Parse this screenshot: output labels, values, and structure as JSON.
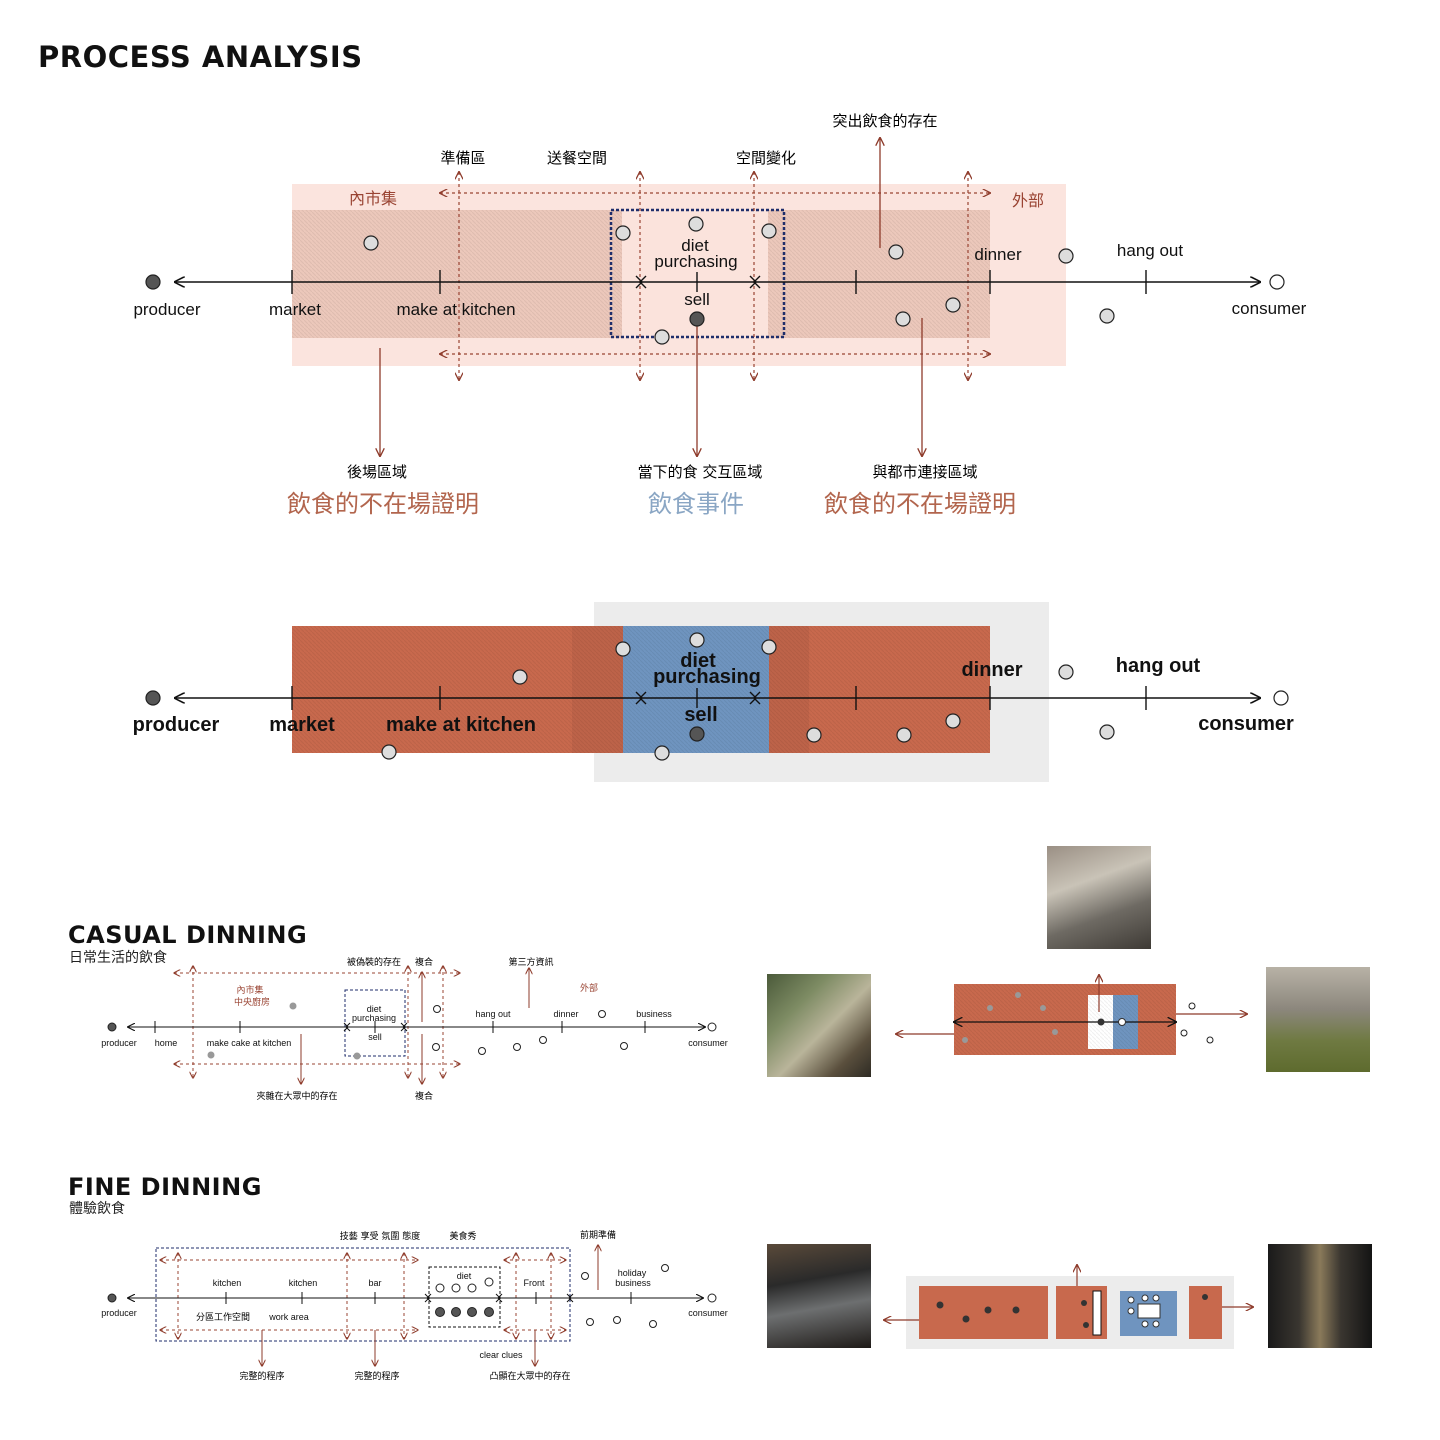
{
  "header": {
    "title": "PROCESS ANALYSIS"
  },
  "diagram1": {
    "zone_inner": "內市集",
    "zone_outer": "外部",
    "top_labels": [
      "準備區",
      "送餐空間",
      "空間變化",
      "突出飲食的存在"
    ],
    "stages": [
      "producer",
      "market",
      "make at kitchen",
      "diet",
      "purchasing",
      "sell",
      "dinner",
      "hang out",
      "consumer"
    ],
    "bottom_small": [
      "後場區域",
      "當下的食  交互區域",
      "與都市連接區域"
    ],
    "bottom_large": [
      "飲食的不在場證明",
      "飲食事件",
      "飲食的不在場證明"
    ],
    "colors": {
      "terracotta": "#b2654d",
      "blue": "#8aa6c4",
      "pink": "#f7ddd6"
    }
  },
  "diagram2": {
    "stages": [
      "producer",
      "market",
      "make at kitchen",
      "diet",
      "purchasing",
      "sell",
      "dinner",
      "hang out",
      "consumer"
    ],
    "colors": {
      "brick": "#c8694d",
      "denim": "#6f94bf",
      "grey": "#ececec"
    }
  },
  "casual": {
    "title": "CASUAL DINNING",
    "subtitle": "日常生活的飲食",
    "labels": {
      "inner_zone": "內市集",
      "central_kitchen": "中央廚房",
      "outer": "外部",
      "disguised": "被偽裝的存在",
      "complex_top": "複合",
      "complex_bottom": "複合",
      "third_party": "第三方資訊",
      "mixed": "夾雜在大眾中的存在"
    },
    "stages": [
      "producer",
      "home",
      "make cake at kitchen",
      "diet",
      "purchasing",
      "sell",
      "hang out",
      "dinner",
      "business",
      "consumer"
    ]
  },
  "fine": {
    "title": "FINE DINNING",
    "subtitle": "體驗飲食",
    "labels": {
      "top_row": "技藝   享受   氛圍   態度",
      "show": "美食秀",
      "prep": "前期準備",
      "complete1": "完整的程序",
      "complete2": "完整的程序",
      "clues": "clear clues",
      "highlight": "凸顯在大眾中的存在",
      "area1": "分區工作空間"
    },
    "stages": [
      "producer",
      "kitchen",
      "kitchen",
      "work area",
      "bar",
      "diet",
      "Front",
      "holiday",
      "business",
      "consumer"
    ]
  }
}
